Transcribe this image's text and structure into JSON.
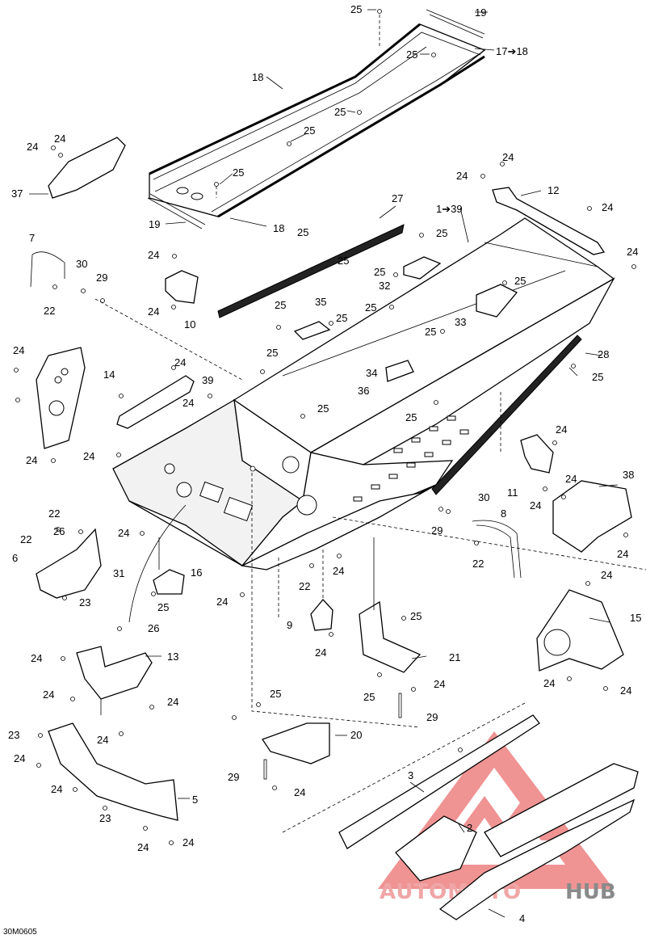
{
  "drawing_id": "30M0605",
  "watermark": {
    "word_a": "AUTOMOTO",
    "word_b": "HUB",
    "color_a": "#f0a6a6",
    "color_b": "#8a8a8a",
    "logo_color": "#e23b3b"
  },
  "callouts": {
    "c1": "25",
    "c2": "19",
    "c3": "17➔18",
    "c4": "25",
    "c5": "18",
    "c6": "25",
    "c7": "25",
    "c8": "24",
    "c9": "24",
    "c10": "37",
    "c11": "25",
    "c12": "19",
    "c13": "18",
    "c14": "24",
    "c15": "24",
    "c16": "12",
    "c17": "24",
    "c18": "1➔39",
    "c19": "27",
    "c20": "25",
    "c21": "24",
    "c22": "7",
    "c23": "30",
    "c24": "29",
    "c25": "22",
    "c26": "24",
    "c27": "24",
    "c28": "10",
    "c29": "25",
    "c30": "25",
    "c31": "32",
    "c32": "25",
    "c33": "35",
    "c34": "25",
    "c35": "25",
    "c36": "25",
    "c37": "33",
    "c38": "25",
    "c39": "24",
    "c40": "25",
    "c41": "14",
    "c42": "24",
    "c43": "39",
    "c44": "24",
    "c45": "34",
    "c46": "36",
    "c47": "28",
    "c48": "25",
    "c49": "25",
    "c50": "25",
    "c51": "24",
    "c52": "24",
    "c53": "24",
    "c54": "11",
    "c55": "24",
    "c56": "24",
    "c57": "38",
    "c58": "30",
    "c59": "8",
    "c60": "29",
    "c61": "22",
    "c62": "24",
    "c63": "22",
    "c64": "26",
    "c65": "22",
    "c66": "6",
    "c67": "31",
    "c68": "23",
    "c69": "24",
    "c70": "16",
    "c71": "25",
    "c72": "22",
    "c73": "24",
    "c74": "24",
    "c75": "15",
    "c76": "24",
    "c77": "24",
    "c78": "26",
    "c79": "9",
    "c80": "24",
    "c81": "25",
    "c82": "21",
    "c83": "24",
    "c84": "24",
    "c85": "13",
    "c86": "24",
    "c87": "25",
    "c88": "24",
    "c89": "29",
    "c90": "24",
    "c91": "25",
    "c92": "20",
    "c93": "23",
    "c94": "24",
    "c95": "29",
    "c96": "3",
    "c97": "24",
    "c98": "5",
    "c99": "24",
    "c100": "2",
    "c101": "23",
    "c102": "24",
    "c103": "24",
    "c104": "4"
  }
}
